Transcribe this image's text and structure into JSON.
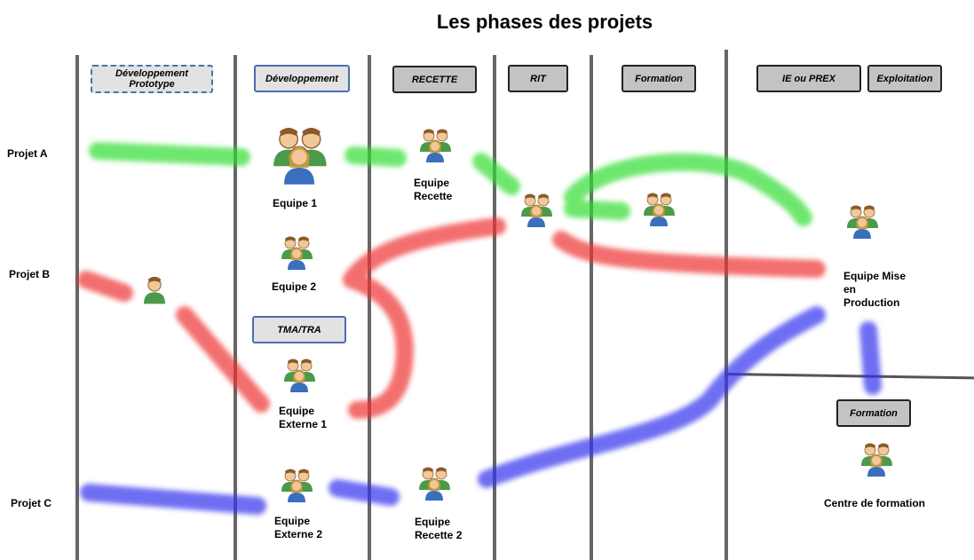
{
  "title": "Les phases des projets",
  "phases": [
    "Développement Prototype",
    "Développement",
    "RECETTE",
    "RIT",
    "Formation",
    "IE ou PREX",
    "Exploitation",
    "TMA/TRA",
    "Formation"
  ],
  "projects": [
    "Projet A",
    "Projet B",
    "Projet C"
  ],
  "teams": {
    "equipe1": "Equipe 1",
    "equipe2": "Equipe 2",
    "recette": "Equipe Recette",
    "externe1": "Equipe Externe 1",
    "externe2": "Equipe Externe 2",
    "recette2": "Equipe Recette 2",
    "mep": "Equipe Mise en Production",
    "formation": "Centre de formation"
  },
  "colors": {
    "projet_a": "#33dd33",
    "projet_b": "#ee3333",
    "projet_c": "#3333ee"
  }
}
